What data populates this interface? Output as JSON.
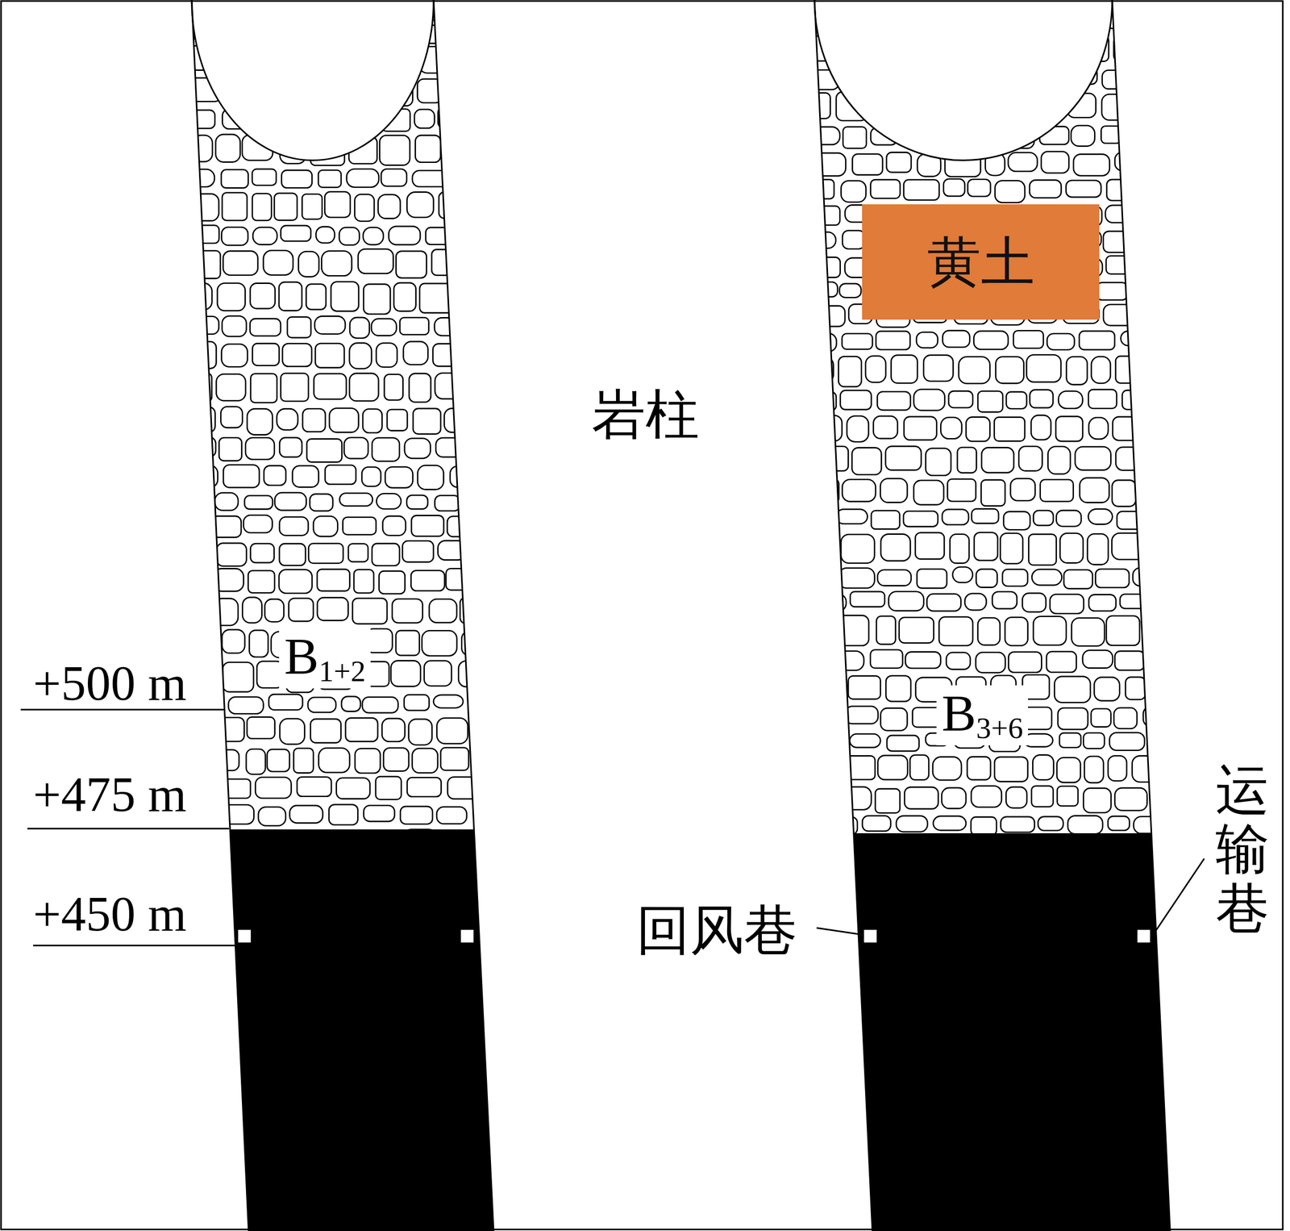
{
  "diagram": {
    "nodes": [
      {
        "text": [
          "黄土"
        ]
      }
    ],
    "labels": [
      "+500 m",
      "+475 m",
      "+450 m",
      "B",
      "1+2",
      "岩柱",
      "B",
      "3+6",
      "回风巷",
      "运输巷"
    ]
  }
}
